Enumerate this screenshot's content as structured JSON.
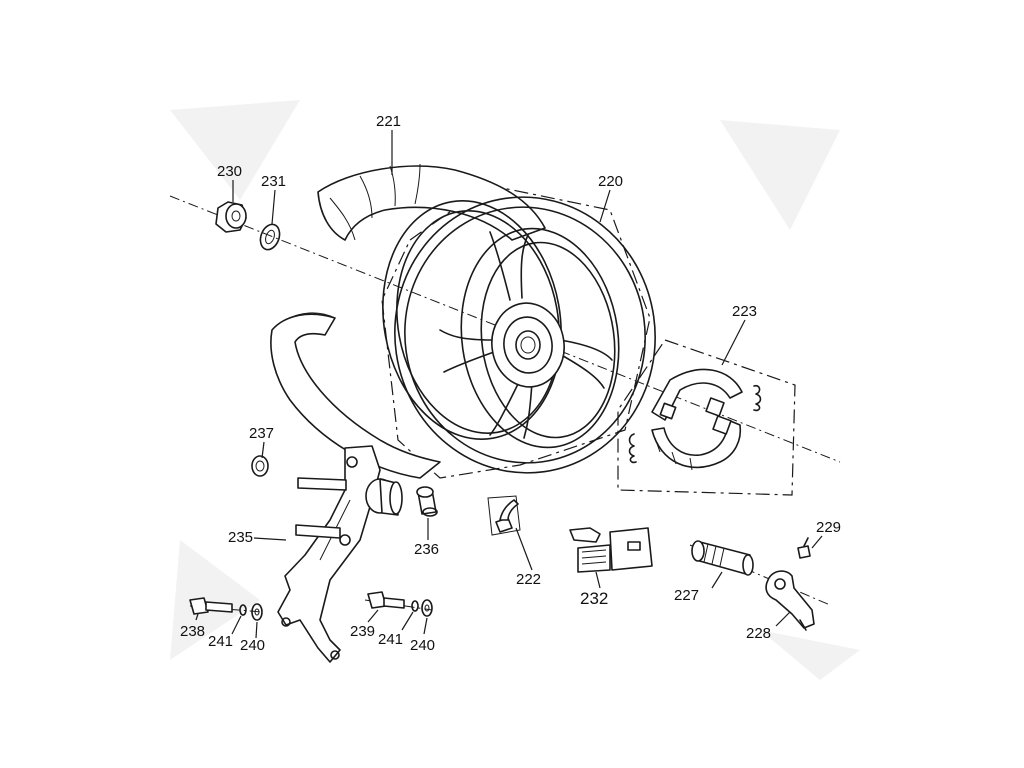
{
  "diagram": {
    "callouts": {
      "c220": "220",
      "c221": "221",
      "c222": "222",
      "c223": "223",
      "c227": "227",
      "c228": "228",
      "c229": "229",
      "c230": "230",
      "c231": "231",
      "c232": "232",
      "c235": "235",
      "c236": "236",
      "c237": "237",
      "c238": "238",
      "c239": "239",
      "c240a": "240",
      "c240b": "240",
      "c241a": "241",
      "c241b": "241"
    }
  }
}
